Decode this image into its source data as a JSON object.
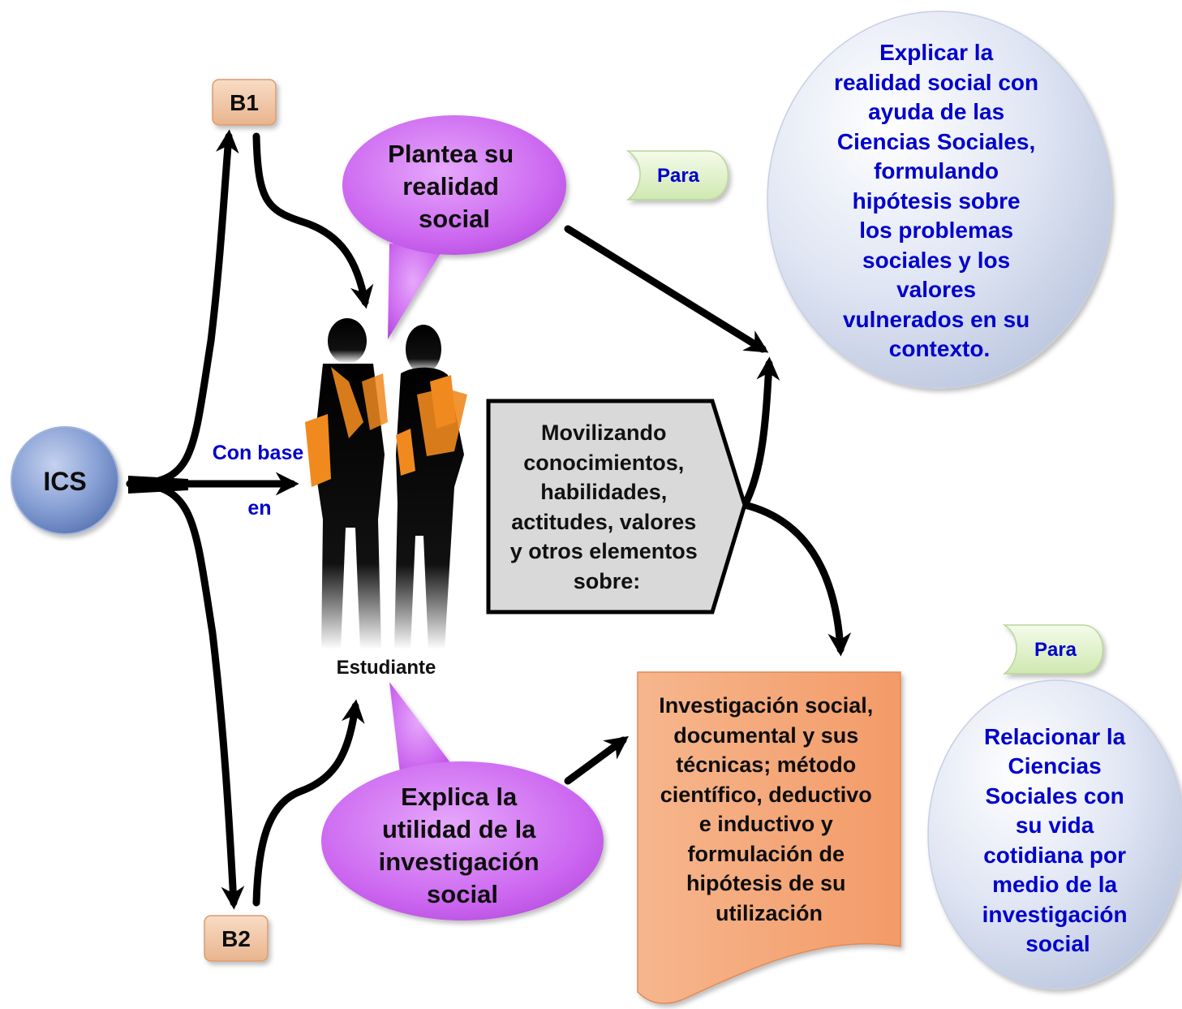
{
  "nodes": {
    "ics": "ICS",
    "b1": "B1",
    "b2": "B2",
    "student_label": "Estudiante",
    "con_base": "Con base",
    "en": "en",
    "bubble_top": [
      "Plantea su",
      "realidad",
      "social"
    ],
    "bubble_bottom": [
      "Explica la",
      "utilidad de la",
      "investigación",
      "social"
    ],
    "movilizando": [
      "Movilizando",
      "conocimientos,",
      "habilidades,",
      "actitudes, valores",
      "y otros elementos",
      "sobre:"
    ],
    "document": [
      "Investigación social,",
      "documental y sus",
      "técnicas; método",
      "científico, deductivo",
      "e inductivo y",
      "formulación de",
      "hipótesis de su",
      "utilización"
    ],
    "para_top": "Para",
    "para_bottom": "Para",
    "goal_top": [
      "Explicar la",
      "realidad social con",
      "ayuda de las",
      "Ciencias Sociales,",
      "formulando",
      "hipótesis sobre",
      "los problemas",
      "sociales y los",
      "valores",
      "vulnerados en su",
      "contexto."
    ],
    "goal_bottom": [
      "Relacionar la",
      "Ciencias",
      "Sociales con",
      "su vida",
      "cotidiana por",
      "medio de la",
      "investigación",
      "social"
    ]
  },
  "colors": {
    "ics_circle": "#7f98cf",
    "bubble": "#cc66f0",
    "goal_text": "#0000cc",
    "goal_bg": "#d8dff0",
    "node_box": "#f2c9a8",
    "movilizando_bg": "#d9d9d9",
    "document_bg": "#f4a77a",
    "para_bg": "#dff0c8",
    "figure_accent": "#f08a1e"
  },
  "icons": [
    "student-silhouettes-icon"
  ]
}
